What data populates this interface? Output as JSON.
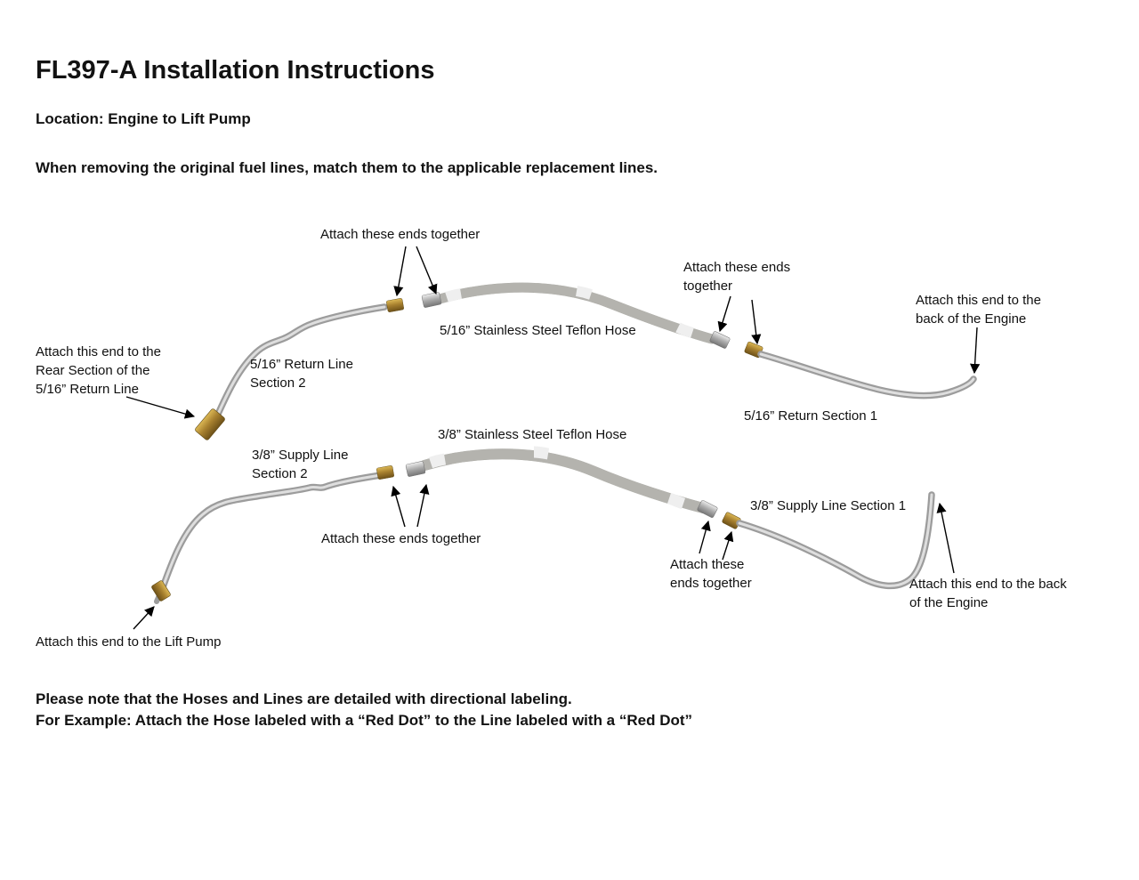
{
  "header": {
    "title": "FL397-A Installation Instructions",
    "location": "Location: Engine to Lift Pump",
    "intro": "When removing the original fuel lines, match them to the applicable replacement lines."
  },
  "diagram": {
    "labels": {
      "attach_top": "Attach these ends together",
      "attach_right_top": "Attach these ends\ntogether",
      "attach_engine_top": "Attach this end to the\nback of the Engine",
      "hose_516": "5/16” Stainless Steel Teflon Hose",
      "attach_rear": "Attach this end to the\nRear Section of the\n5/16” Return Line",
      "return_section2": "5/16” Return Line\nSection 2",
      "return_section1": "5/16” Return Section 1",
      "hose_38": "3/8” Stainless Steel Teflon Hose",
      "supply_section2": "3/8” Supply Line\nSection 2",
      "supply_section1": "3/8” Supply Line Section 1",
      "attach_mid_bottom": "Attach these ends together",
      "attach_right_bottom": "Attach these\nends together",
      "attach_engine_bottom": "Attach this end to the back\nof the Engine",
      "attach_lift_pump": "Attach this end to the Lift Pump"
    },
    "colors": {
      "brass_fitting": "#a8812f",
      "steel_fitting": "#a9a9a9",
      "tube": "#b0b0b0",
      "hose": "#9b9a94",
      "arrow": "#000000"
    }
  },
  "footer": {
    "note_line1": "Please note that the Hoses and Lines are detailed with directional labeling.",
    "note_line2": "For Example: Attach the Hose labeled with a “Red Dot” to the Line labeled with a “Red Dot”"
  }
}
